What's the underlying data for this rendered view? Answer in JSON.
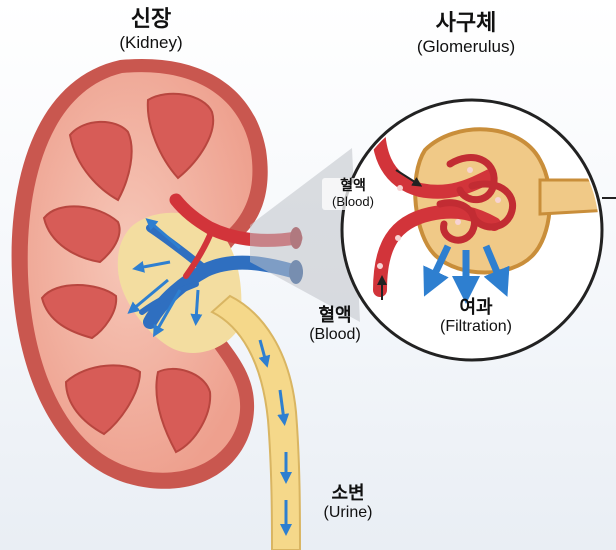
{
  "labels": {
    "kidney": {
      "ko": "신장",
      "en": "(Kidney)"
    },
    "glomerulus": {
      "ko": "사구체",
      "en": "(Glomerulus)"
    },
    "blood_main": {
      "ko": "혈액",
      "en": "(Blood)"
    },
    "blood_zoom": {
      "ko": "혈액",
      "en": "(Blood)"
    },
    "filtration": {
      "ko": "여과",
      "en": "(Filtration)"
    },
    "urine": {
      "ko": "소변",
      "en": "(Urine)"
    }
  },
  "colors": {
    "capsule": "#c9574f",
    "cortex": "#f2b2a2",
    "pyramid": "#d75c57",
    "artery": "#d2343a",
    "vein": "#2f6fc0",
    "ureter": "#f5d88a",
    "urine_arrow": "#2e7fd0",
    "bowman": "#f0c987"
  }
}
